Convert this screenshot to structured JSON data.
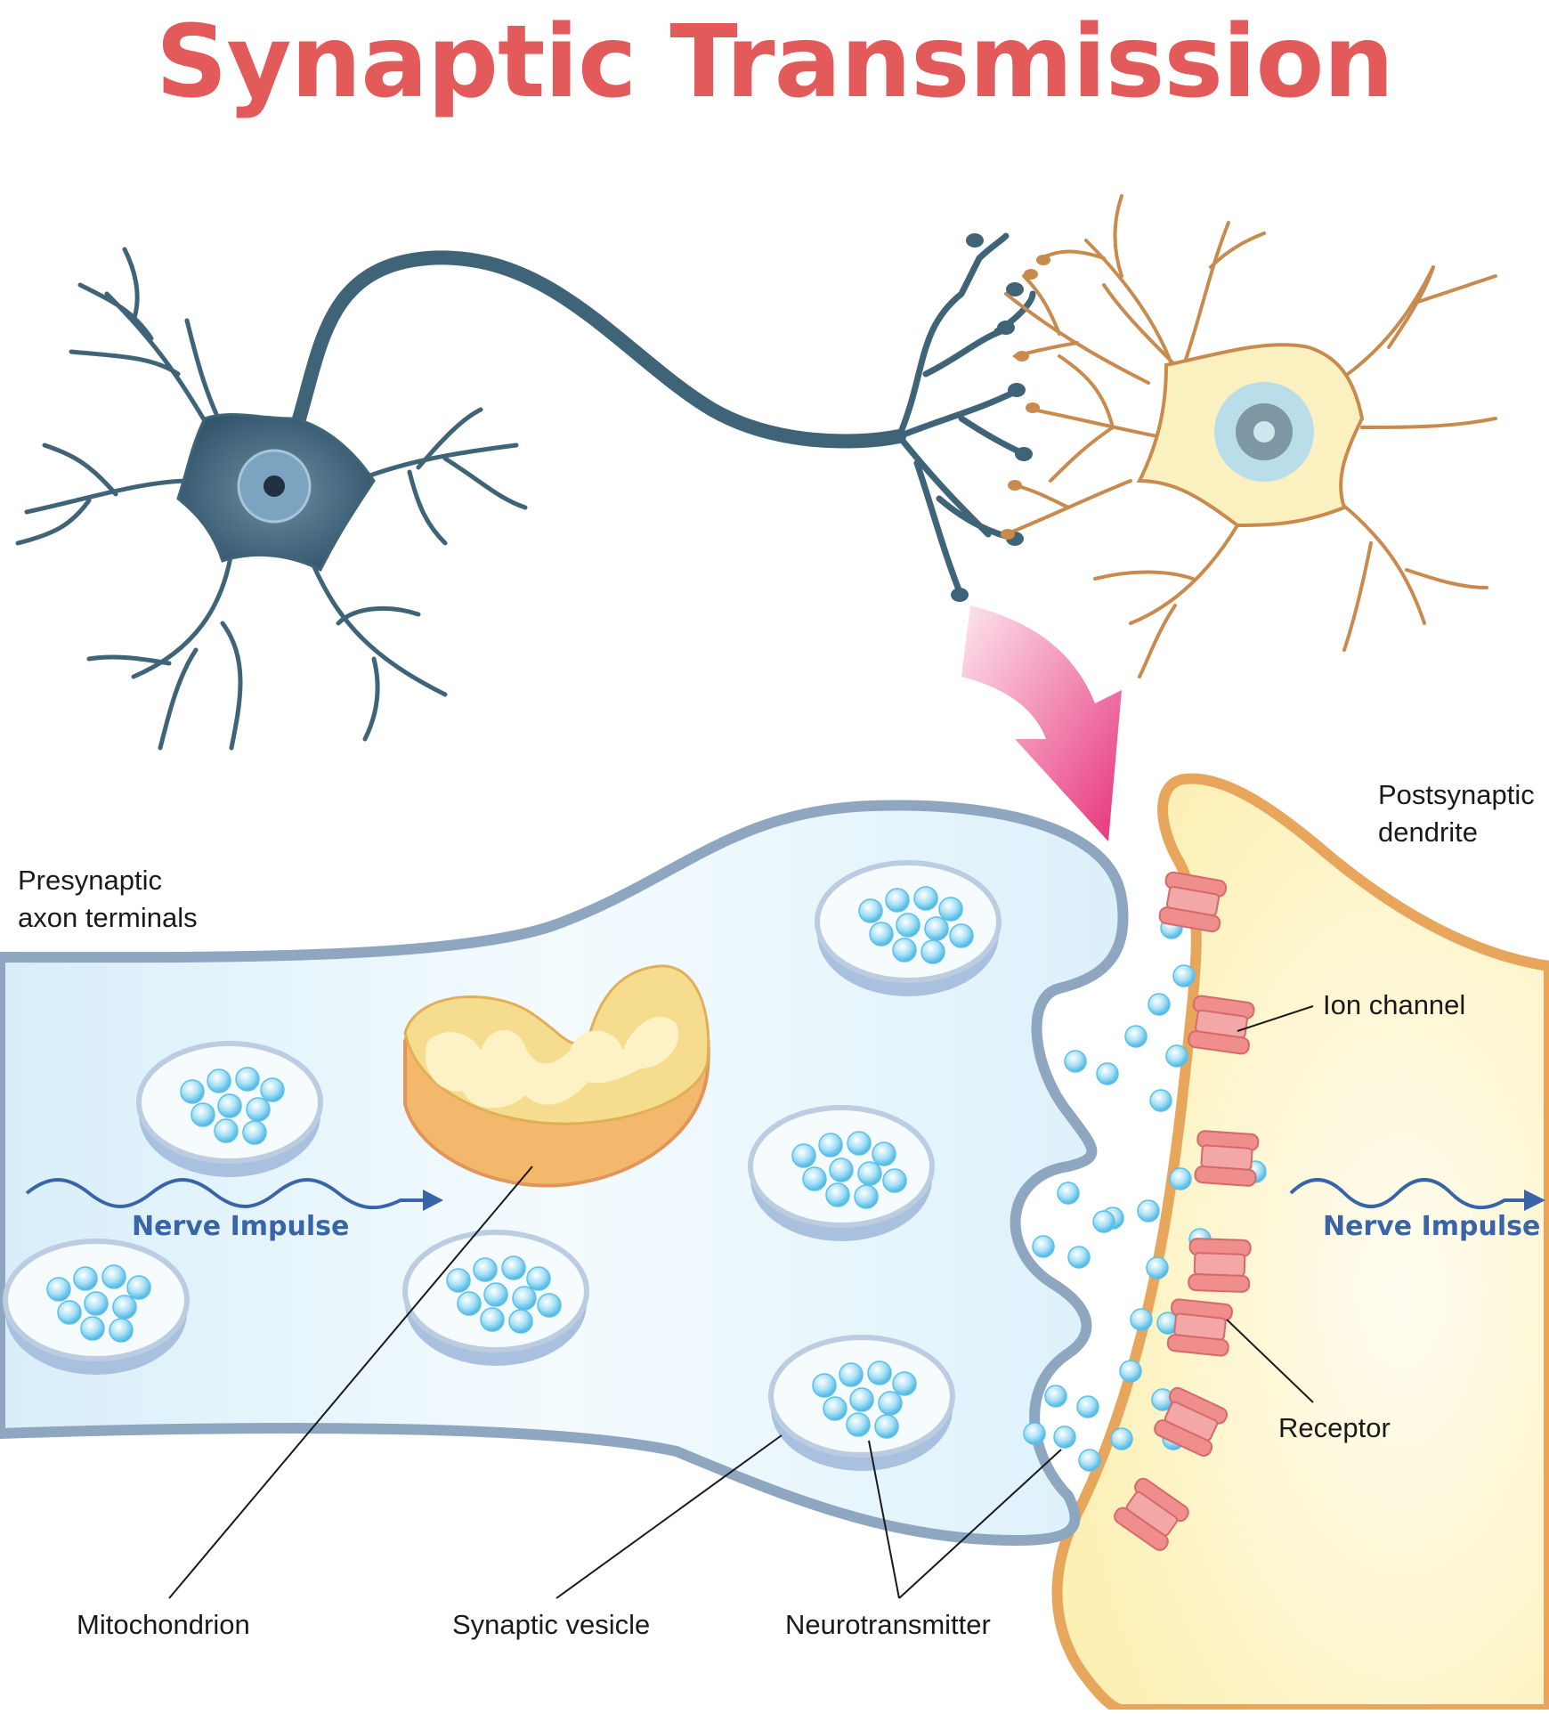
{
  "title": "Synaptic Transmission",
  "labels": {
    "presynaptic_line1": "Presynaptic",
    "presynaptic_line2": "axon terminals",
    "postsynaptic_line1": "Postsynaptic",
    "postsynaptic_line2": "dendrite",
    "ion_channel": "Ion channel",
    "receptor": "Receptor",
    "nerve_impulse_left": "Nerve Impulse",
    "nerve_impulse_right": "Nerve Impulse",
    "mitochondrion": "Mitochondrion",
    "synaptic_vesicle": "Synaptic vesicle",
    "neurotransmitter": "Neurotransmitter"
  },
  "colors": {
    "title": "#e35a5a",
    "presynaptic_neuron": "#3f6478",
    "postsynaptic_neuron": "#c98a4e",
    "postsynaptic_body": "#fbf1c0",
    "terminal_fill": "#e3f3fb",
    "terminal_outline": "#8ea6c0",
    "dendrite_fill": "#fdf4c8",
    "dendrite_outline": "#e8a65c",
    "vesicle": "#a9c0de",
    "neurotransmitter": "#5cc0e8",
    "mitochondrion": "#f3b86b",
    "channel": "#f08d8d",
    "impulse": "#3a64a8",
    "arrow": "#ec4f8e"
  }
}
